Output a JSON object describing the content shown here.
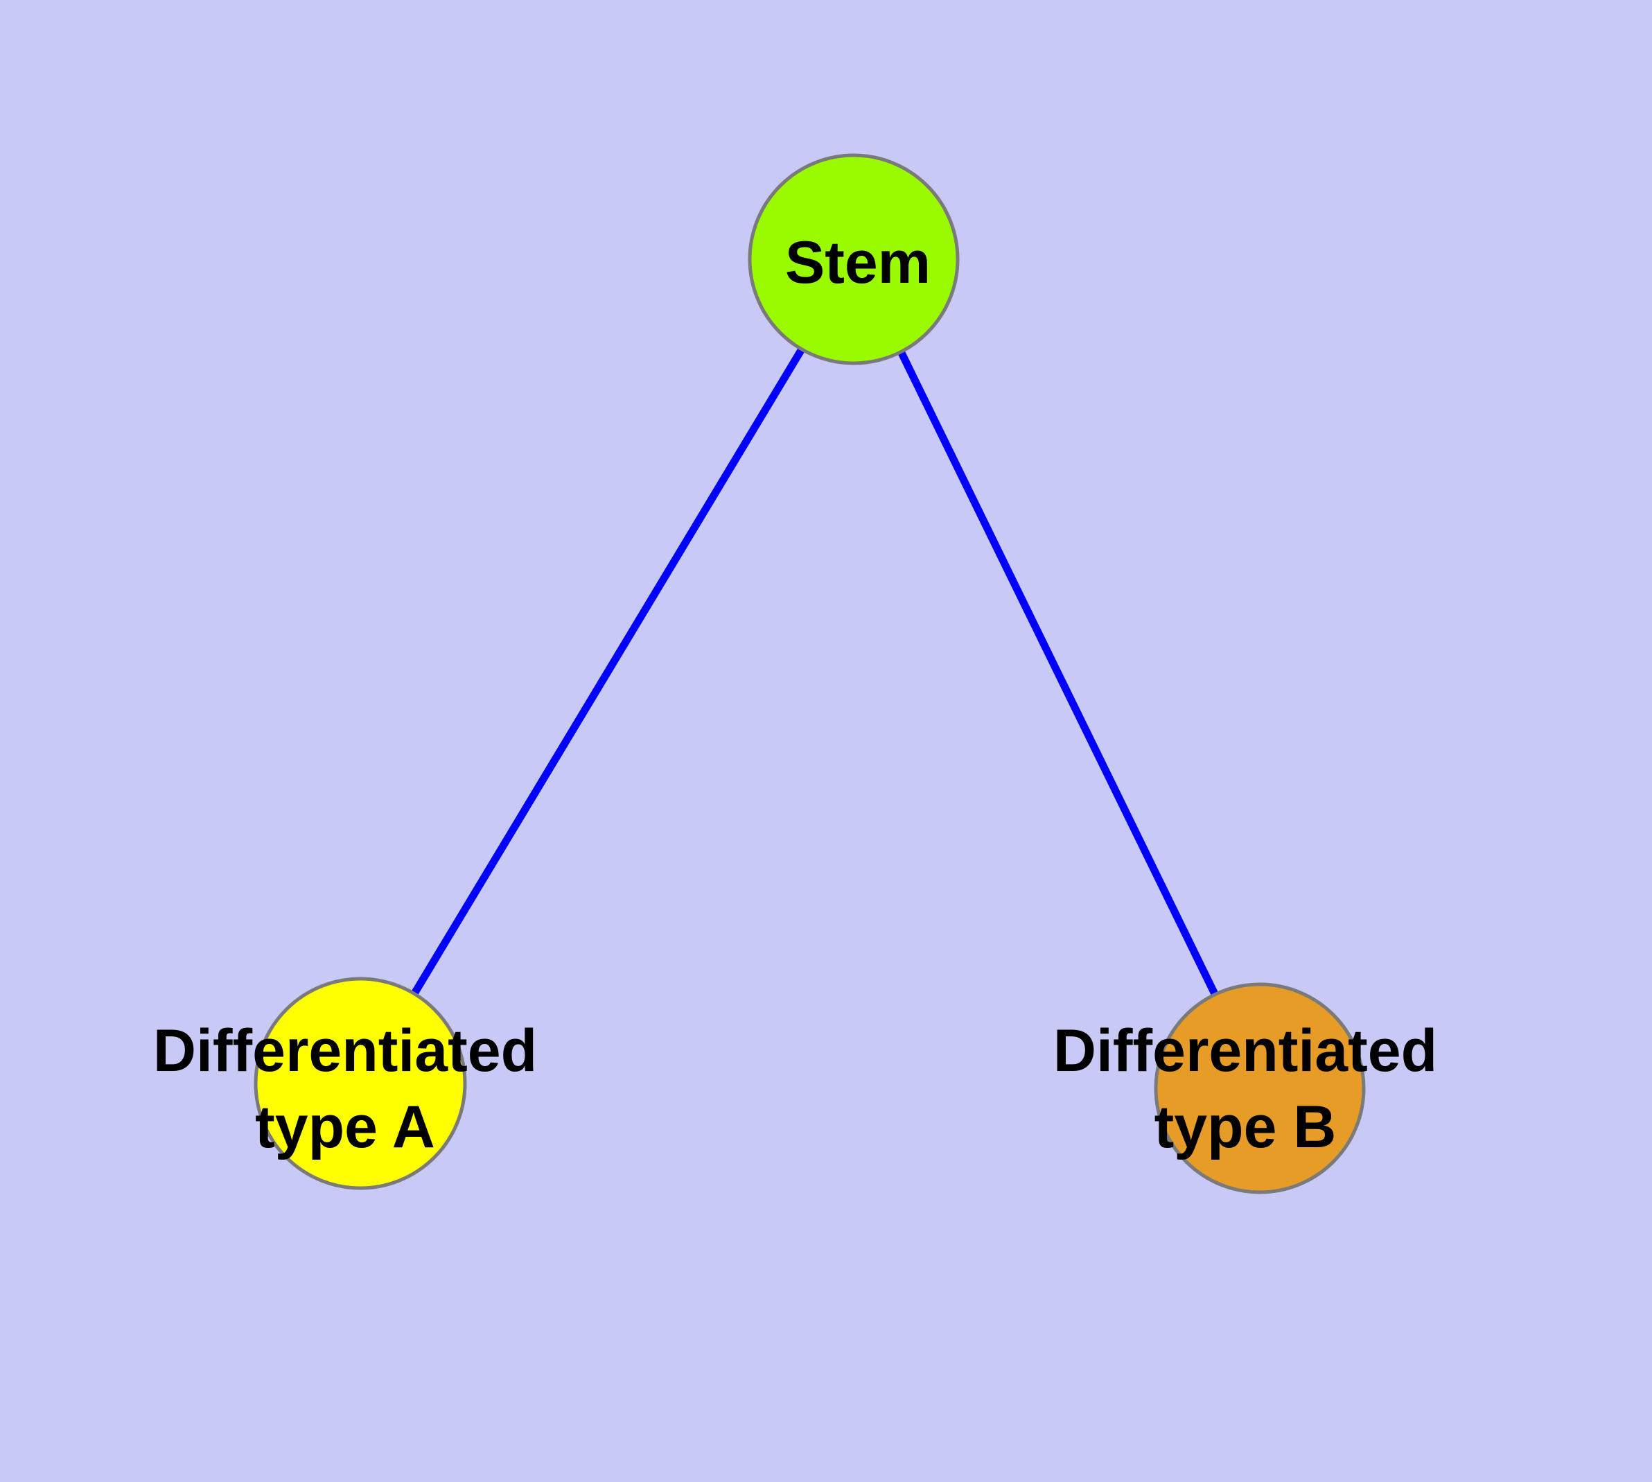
{
  "diagram": {
    "background_color": "#C9C9F5",
    "node_border_color": "#7A7A7A",
    "edge_color": "#0000FF",
    "text_color": "#000000",
    "nodes": {
      "stem": {
        "label": "Stem",
        "fill": "#9AFA00"
      },
      "type_a": {
        "line1": "Differentiated",
        "line2": "type A",
        "fill": "#FFFF00"
      },
      "type_b": {
        "line1": "Differentiated",
        "line2": "type B",
        "fill": "#E89C28"
      }
    },
    "edges": [
      {
        "from": "Stem",
        "to": "Differentiated type A"
      },
      {
        "from": "Stem",
        "to": "Differentiated type B"
      }
    ]
  }
}
